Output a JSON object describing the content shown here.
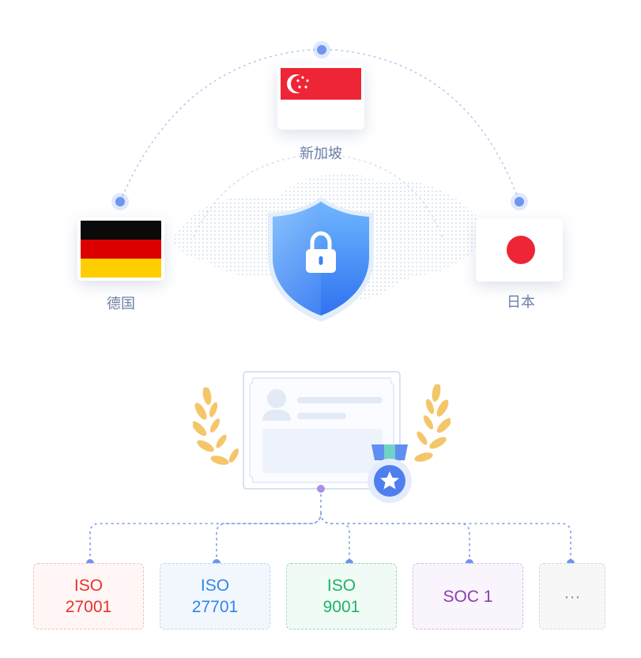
{
  "countries": {
    "singapore": {
      "label": "新加坡"
    },
    "germany": {
      "label": "德国"
    },
    "japan": {
      "label": "日本"
    }
  },
  "certifications": [
    {
      "lines": [
        "ISO",
        "27001"
      ],
      "color": "#e8332a",
      "bg": "#fff6f5",
      "border": "#f0c4c0"
    },
    {
      "lines": [
        "ISO",
        "27701"
      ],
      "color": "#2f86e8",
      "bg": "#f2f7fe",
      "border": "#bcd4f2"
    },
    {
      "lines": [
        "ISO",
        "9001"
      ],
      "color": "#1fb268",
      "bg": "#effbf4",
      "border": "#9ed9b7"
    },
    {
      "lines": [
        "SOC 1"
      ],
      "color": "#8a3fb0",
      "bg": "#faf4fd",
      "border": "#d6bde6"
    },
    {
      "lines": [
        "···"
      ],
      "color": "#8a8f99",
      "bg": "#f7f7f8",
      "border": "#d6d8dc"
    }
  ],
  "icons": [
    "shield-lock-icon",
    "certificate-icon",
    "medal-star-icon",
    "laurel-icon"
  ]
}
